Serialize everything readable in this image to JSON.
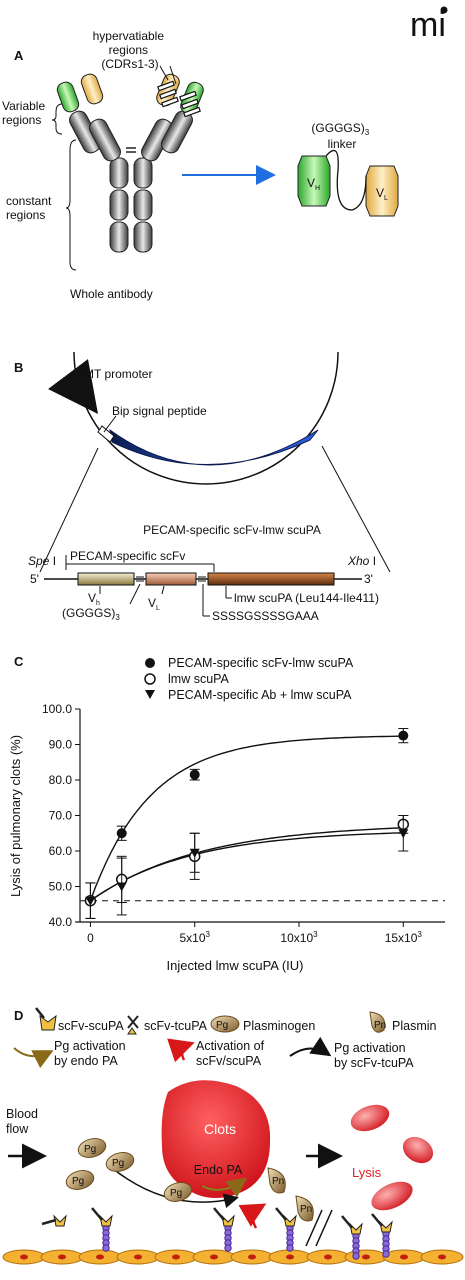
{
  "logo": {
    "text": "mi"
  },
  "panelA": {
    "label": "A",
    "hypervariable": [
      "hypervatiable",
      "regions",
      "(CDRs1-3)"
    ],
    "variable": [
      "Variable",
      "regions"
    ],
    "constant": [
      "constant",
      "regions"
    ],
    "whole": "Whole antibody",
    "linker_line1": "(GGGGS)",
    "linker_sub": "3",
    "linker_line2": "linker",
    "vh": "V",
    "vh_sub": "H",
    "vl": "V",
    "vl_sub": "L"
  },
  "panelB": {
    "label": "B",
    "mt_promoter": "MT promoter",
    "bip": "Bip signal peptide",
    "construct_title": "PECAM-specific scFv-lmw scuPA",
    "spe": "Spe",
    "spe_roman": "I",
    "xho": "Xho",
    "xho_roman": "I",
    "five": "5'",
    "three": "3'",
    "scfv_label": "PECAM-specific scFv",
    "vh": "V",
    "vh_sub": "h",
    "vl": "V",
    "vl_sub": "L",
    "ggggs": "(GGGGS)",
    "ggggs_sub": "3",
    "sss": "SSSSGSSSSGAAA",
    "lmw": "lmw scuPA (Leu144-Ile411)"
  },
  "panelC": {
    "label": "C",
    "legend": [
      "PECAM-specific scFv-lmw scuPA",
      "lmw scuPA",
      "PECAM-specific Ab + lmw scuPA"
    ],
    "ylabel": "Lysis of pulmonary clots (%)",
    "xlabel": "Injected lmw scuPA (IU)",
    "yticks": [
      "40.0",
      "50.0",
      "60.0",
      "70.0",
      "80.0",
      "90.0",
      "100.0"
    ],
    "xticks": [
      {
        "base": "0",
        "exp": ""
      },
      {
        "base": "5x10",
        "exp": "3"
      },
      {
        "base": "10x10",
        "exp": "3"
      },
      {
        "base": "15x10",
        "exp": "3"
      }
    ]
  },
  "chart_data": {
    "type": "scatter",
    "x": [
      0,
      1500,
      5000,
      15000
    ],
    "xlim": [
      -500,
      17000
    ],
    "ylim": [
      40,
      100
    ],
    "ylabel": "Lysis of pulmonary clots (%)",
    "xlabel": "Injected lmw scuPA (IU)",
    "baseline": 46,
    "series": [
      {
        "name": "PECAM-specific scFv-lmw scuPA",
        "marker": "filled-circle",
        "values": [
          46,
          65,
          81.5,
          92.5
        ],
        "err": [
          5,
          2,
          1.5,
          2
        ]
      },
      {
        "name": "lmw scuPA",
        "marker": "open-circle",
        "values": [
          46,
          52,
          58.5,
          67.5
        ],
        "err": [
          5,
          6.5,
          6.5,
          2.5
        ]
      },
      {
        "name": "PECAM-specific Ab + lmw scuPA",
        "marker": "filled-triangle",
        "values": [
          46,
          50,
          59.5,
          65
        ],
        "err": [
          5,
          8,
          5.5,
          5
        ]
      }
    ]
  },
  "panelD": {
    "label": "D",
    "legend1": "scFv-scuPA",
    "legend2": "scFv-tcuPA",
    "legend3": "Plasminogen",
    "legend4": "Plasmin",
    "pg": "Pg",
    "pn": "Pn",
    "act1": [
      "Pg activation",
      "by endo PA"
    ],
    "act2": [
      "Activation of",
      "scFv/scuPA"
    ],
    "act3": [
      "Pg activation",
      "by scFv-tcuPA"
    ],
    "blood": [
      "Blood",
      "flow"
    ],
    "clots": "Clots",
    "endo": "Endo PA",
    "lysis": "Lysis"
  },
  "colors": {
    "vh_green": "#3cc43c",
    "vl_yellow": "#f0c050",
    "plasmid_blue": "#1a44b8",
    "clot_red": "#e8202a",
    "lysis_red": "#e02020",
    "arrow_blue": "#1f6fe0",
    "endothelium": "#f4b030"
  }
}
